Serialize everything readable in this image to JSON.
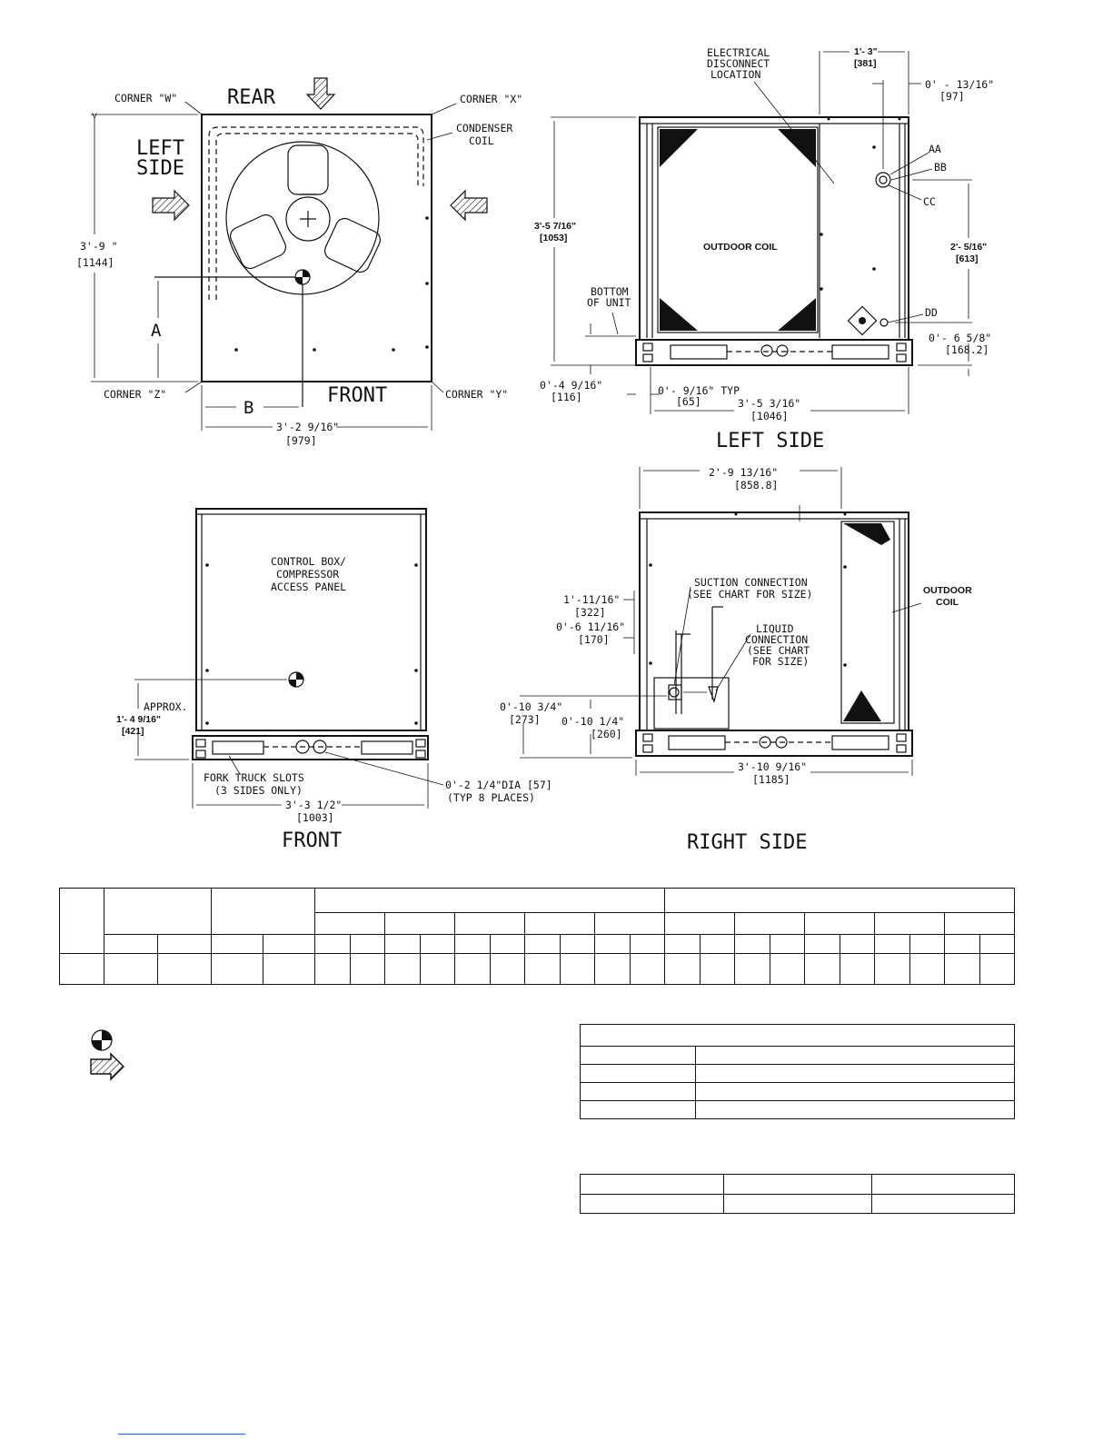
{
  "rear_view": {
    "title_rear": "REAR",
    "title_front": "FRONT",
    "left_side": [
      "LEFT",
      "SIDE"
    ],
    "corner_w": "CORNER \"W\"",
    "corner_x": "CORNER \"X\"",
    "corner_y": "CORNER \"Y\"",
    "corner_z": "CORNER \"Z\"",
    "condenser_coil": [
      "CONDENSER",
      "COIL"
    ],
    "height": "3'-9 \"",
    "height_mm": "[1144]",
    "width": "3'-2 9/16\"",
    "width_mm": "[979]",
    "dim_a": "A",
    "dim_b": "B"
  },
  "left_side_view": {
    "title": "LEFT SIDE",
    "electrical": [
      "ELECTRICAL",
      "DISCONNECT",
      "LOCATION"
    ],
    "top_dim": "1'- 3\"",
    "top_dim_mm": "[381]",
    "right_top_dim": "0' - 13/16\"",
    "right_top_dim_mm": "[97]",
    "aa": "AA",
    "bb": "BB",
    "cc": "CC",
    "dd": "DD",
    "outdoor_coil": "OUTDOOR COIL",
    "height": "3'-5 7/16\"",
    "height_mm": "[1053]",
    "right_dim": "2'- 5/16\"",
    "right_dim_mm": "[613]",
    "bottom_of_unit": [
      "BOTTOM",
      "OF UNIT"
    ],
    "base_dim": "0'- 6 5/8\"",
    "base_dim_mm": "[168.2]",
    "left_base": "0'-4 9/16\"",
    "left_base_mm": "[116]",
    "typ": "0'- 9/16\" TYP",
    "typ_mm": "[65]",
    "width": "3'-5 3/16\"",
    "width_mm": "[1046]"
  },
  "front_view": {
    "title": "FRONT",
    "panel": [
      "CONTROL BOX/",
      "COMPRESSOR",
      "ACCESS PANEL"
    ],
    "approx": "APPROX.",
    "approx_dim": "1'- 4 9/16\"",
    "approx_dim_mm": "[421]",
    "fork": [
      "FORK TRUCK SLOTS",
      "(3 SIDES ONLY)"
    ],
    "dia": "0'-2 1/4\"DIA [57]",
    "typ8": "(TYP 8 PLACES)",
    "width": "3'-3 1/2\"",
    "width_mm": "[1003]"
  },
  "right_side_view": {
    "title": "RIGHT SIDE",
    "top_dim": "2'-9 13/16\"",
    "top_dim_mm": "[858.8]",
    "suction": [
      "SUCTION CONNECTION",
      "(SEE CHART FOR SIZE)"
    ],
    "liquid": [
      "LIQUID",
      "CONNECTION",
      "(SEE CHART",
      "FOR SIZE)"
    ],
    "outdoor_coil": [
      "OUTDOOR",
      "COIL"
    ],
    "d1": "1'-11/16\"",
    "d1_mm": "[322]",
    "d2": "0'-6 11/16\"",
    "d2_mm": "[170]",
    "d3": "0'-10 3/4\"",
    "d3_mm": "[273]",
    "d4": "0'-10 1/4\"",
    "d4_mm": "[260]",
    "width": "3'-10 9/16\"",
    "width_mm": "[1185]"
  },
  "legend": {
    "icons": [
      "center-of-gravity-icon",
      "airflow-arrow-icon"
    ]
  }
}
